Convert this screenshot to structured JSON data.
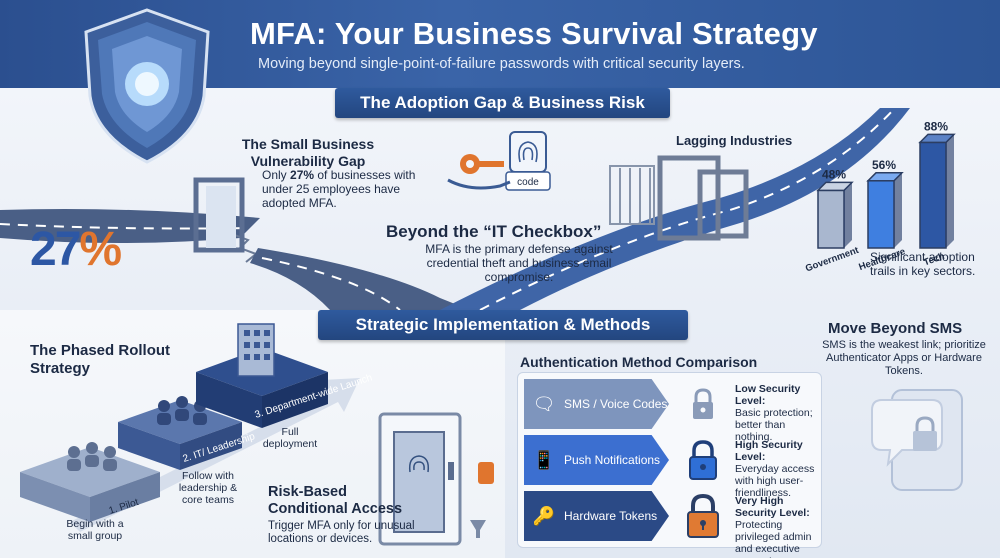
{
  "header": {
    "title": "MFA: Your Business Survival Strategy",
    "subtitle": "Moving beyond single-point-of-failure passwords with critical security layers."
  },
  "sections": {
    "adoption": "The Adoption Gap & Business Risk",
    "implementation": "Strategic Implementation & Methods"
  },
  "gap": {
    "title": "The Small Business Vulnerability Gap",
    "text_pre": "Only ",
    "text_bold": "27%",
    "text_post": " of businesses with under 25 employees have adopted MFA.",
    "big_stat": "27",
    "big_stat_pct": "%"
  },
  "beyond": {
    "title": "Beyond the “IT Checkbox”",
    "text": "MFA is the primary defense against credential theft and business email compromise."
  },
  "code_label": "code",
  "lagging": {
    "title": "Lagging Industries",
    "note": "Significant adoption trails in key sectors.",
    "bars": [
      {
        "name": "Government",
        "value_label": "48%",
        "value": 48
      },
      {
        "name": "Healthcare",
        "value_label": "56%",
        "value": 56
      },
      {
        "name": "Tech",
        "value_label": "88%",
        "value": 88
      }
    ]
  },
  "phased": {
    "title": "The Phased Rollout Strategy",
    "steps": [
      {
        "label": "1. Pilot",
        "desc": "Begin with a small group"
      },
      {
        "label": "2. IT/ Leadership",
        "desc": "Follow with leadership & core teams"
      },
      {
        "label": "3. Department-wide Launch",
        "desc": "Full deployment"
      }
    ]
  },
  "risk": {
    "title": "Risk-Based Conditional Access",
    "text": "Trigger MFA only for unusual locations or devices."
  },
  "move": {
    "title": "Move Beyond SMS",
    "text": "SMS is the weakest link; prioritize Authenticator Apps or Hardware Tokens."
  },
  "comparison": {
    "title": "Authentication Method Comparison",
    "methods": [
      {
        "name": "SMS / Voice Codes",
        "icon": "chat-icon",
        "level": "Low Security Level:",
        "desc": "Basic protection; better than nothing.",
        "lock_color": "#8a9bb8"
      },
      {
        "name": "Push Notifications",
        "icon": "phone-icon",
        "level": "High Security Level:",
        "desc": "Everyday access with high user-friendliness.",
        "lock_color": "#2f6fd6"
      },
      {
        "name": "Hardware Tokens",
        "icon": "key-icon",
        "level": "Very High Security Level:",
        "desc": "Protecting privileged admin and executive accounts.",
        "lock_color": "#e07a33"
      }
    ]
  }
}
